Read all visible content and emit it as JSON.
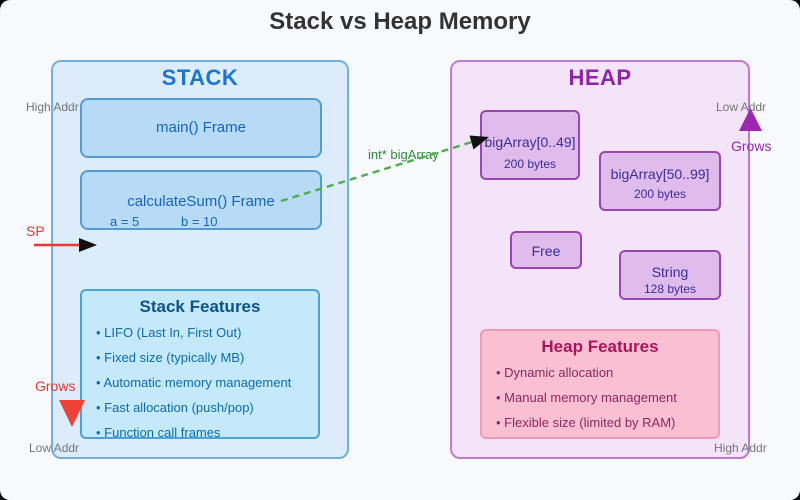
{
  "title": "Stack vs Heap Memory",
  "pointer": {
    "label": "int* bigArray"
  },
  "stack": {
    "title": "STACK",
    "high_addr_label": "High Addr",
    "low_addr_label": "Low Addr",
    "sp_label": "SP",
    "grows_label": "Grows",
    "frames": [
      {
        "name": "main() Frame"
      },
      {
        "name": "calculateSum() Frame",
        "var_a": "a = 5",
        "var_b": "b = 10"
      }
    ],
    "features": {
      "title": "Stack Features",
      "items": [
        "LIFO (Last In, First Out)",
        "Fixed size (typically MB)",
        "Automatic memory management",
        "Fast allocation (push/pop)",
        "Function call frames"
      ]
    }
  },
  "heap": {
    "title": "HEAP",
    "low_addr_label": "Low Addr",
    "high_addr_label": "High Addr",
    "grows_label": "Grows",
    "blocks": [
      {
        "name": "bigArray[0..49]",
        "size": "200 bytes"
      },
      {
        "name": "bigArray[50..99]",
        "size": "200 bytes"
      },
      {
        "name": "Free",
        "size": ""
      },
      {
        "name": "String",
        "size": "128 bytes"
      }
    ],
    "features": {
      "title": "Heap Features",
      "items": [
        "Dynamic allocation",
        "Manual memory management",
        "Flexible size (limited by RAM)"
      ]
    }
  },
  "colors": {
    "page_bg": "#f8f9fb",
    "title_text": "#333333",
    "stack_panel_bg": "#dcecfb",
    "stack_panel_border": "#74b0de",
    "stack_title": "#1976d2",
    "frame_bg": "#b7dbf5",
    "frame_border": "#549bd5",
    "frame_text": "#1565c0",
    "stack_features_bg": "#c3e9fb",
    "stack_features_border": "#4aa4d4",
    "heap_panel_bg": "#f4e4f9",
    "heap_panel_border": "#bd7bd1",
    "heap_title": "#8e24aa",
    "heap_block_bg": "#dfbcec",
    "heap_block_border": "#9b45b5",
    "heap_block_text": "#3c2c99",
    "heap_features_bg": "#f9c0d4",
    "heap_features_border": "#ef9ab5",
    "heap_features_title": "#ad1457",
    "stack_arrow_red": "#e53935",
    "stack_grows_red": "#f04136",
    "heap_arrow_purple": "#9c27b0",
    "pointer_green": "#4caf50",
    "addr_label_gray": "#757575",
    "arrowhead_black": "#111111"
  }
}
